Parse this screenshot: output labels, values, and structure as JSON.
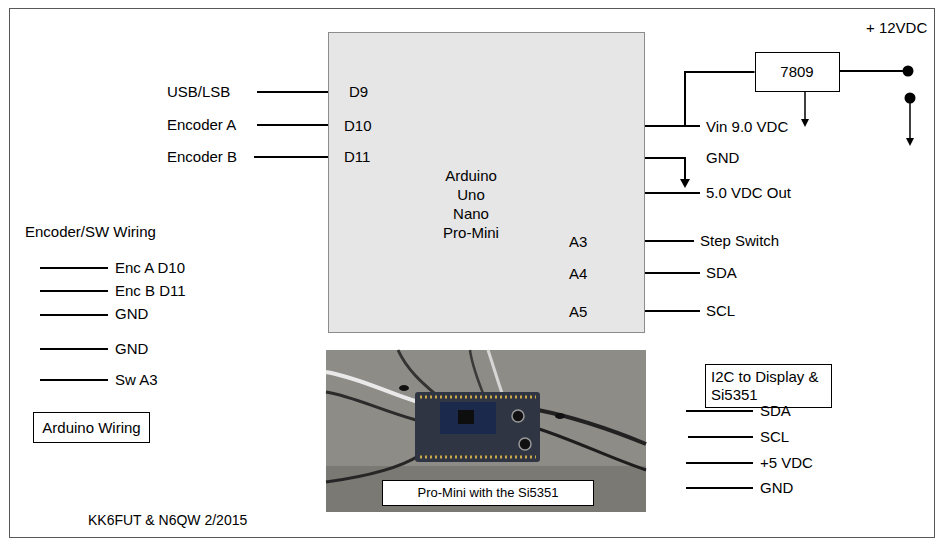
{
  "diagram": {
    "nodes": [
      {
        "text": [
          "D9",
          "D10",
          "D11",
          "Arduino Uno Nano Pro-Mini",
          "A3",
          "A4",
          "A5"
        ]
      },
      {
        "text": [
          "7809"
        ]
      },
      {
        "text": [
          "I2C to Display & Si5351"
        ]
      },
      {
        "text": [
          "Arduino Wiring"
        ]
      },
      {
        "text": [
          "Pro-Mini with the Si5351"
        ]
      }
    ],
    "edges": [
      {
        "from": 1,
        "to": 0,
        "arrow": "none"
      }
    ],
    "labels": [
      "USB/LSB",
      "Encoder A",
      "Encoder B",
      "Vin 9.0 VDC",
      "GND",
      "5.0 VDC Out",
      "Step Switch",
      "SDA",
      "SCL",
      "+ 12VDC",
      "Encoder/SW Wiring",
      "Enc A D10",
      "Enc B D11",
      "GND",
      "GND",
      "Sw A3",
      "SDA",
      "SCL",
      "+5 VDC",
      "GND",
      "KK6FUT & N6QW 2/2015"
    ]
  }
}
